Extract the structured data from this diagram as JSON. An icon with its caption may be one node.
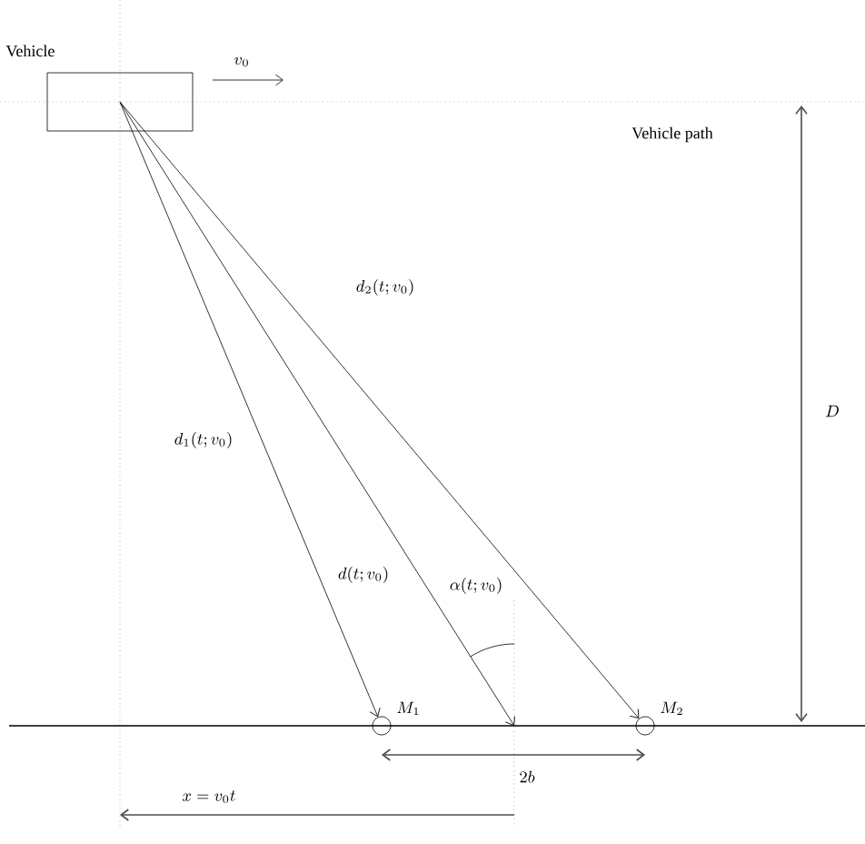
{
  "diagram": {
    "nodes": [
      {
        "text": [
          "Vehicle"
        ]
      },
      {
        "text": [
          "M_1"
        ]
      },
      {
        "text": [
          "M_2"
        ]
      }
    ],
    "edges": [
      {
        "from": 0,
        "to": 1,
        "arrow": "to",
        "label": "d_1(t; v_0)"
      },
      {
        "from": 0,
        "to": null,
        "arrow": "to",
        "label": "d(t; v_0)"
      },
      {
        "from": 0,
        "to": 2,
        "arrow": "to",
        "label": "d_2(t; v_0)"
      }
    ],
    "labels": [
      "v_0",
      "Vehicle path",
      "D",
      "\\alpha(t; v_0)",
      "2b",
      "x = v_0 t"
    ]
  }
}
